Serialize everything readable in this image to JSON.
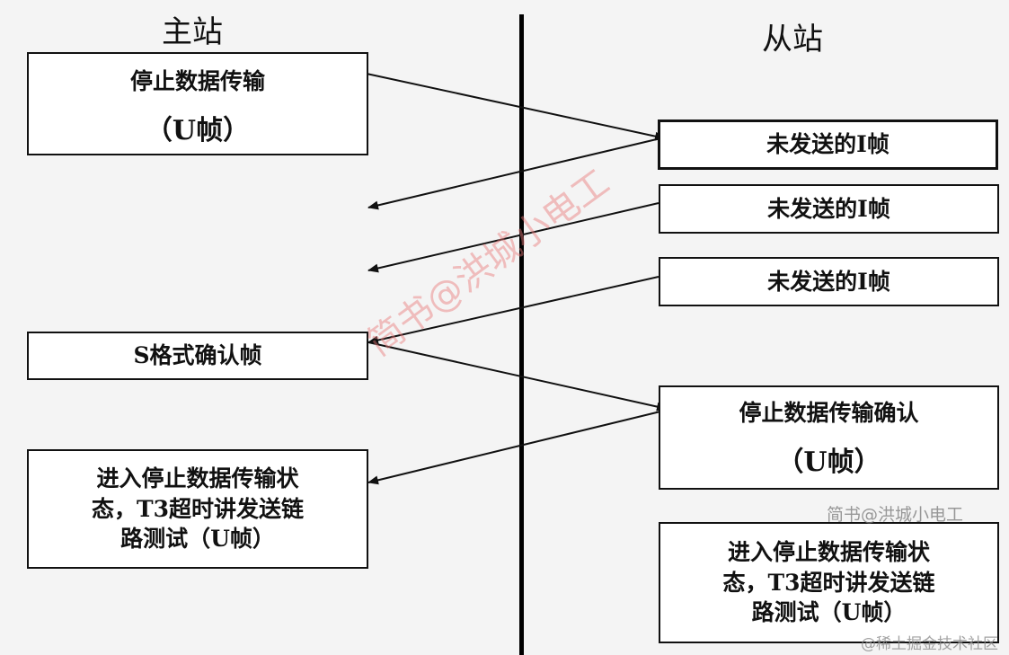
{
  "headers": {
    "master": "主站",
    "slave": "从站"
  },
  "master_boxes": [
    {
      "line1": "停止数据传输",
      "line2": "（U帧）"
    },
    {
      "line1": "S格式确认帧"
    },
    {
      "line1": "进入停止数据传输状",
      "line2": "态，T3超时讲发送链",
      "line3": "路测试（U帧）"
    }
  ],
  "slave_boxes": [
    {
      "line1": "未发送的I帧"
    },
    {
      "line1": "未发送的I帧"
    },
    {
      "line1": "未发送的I帧"
    },
    {
      "line1": "停止数据传输确认",
      "line2": "（U帧）"
    },
    {
      "line1": "进入停止数据传输状",
      "line2": "态，T3超时讲发送链",
      "line3": "路测试（U帧）"
    }
  ],
  "watermarks": {
    "center": "简书@洪城小电工",
    "right": "简书@洪城小电工",
    "bottom": "@稀土掘金技术社区"
  }
}
